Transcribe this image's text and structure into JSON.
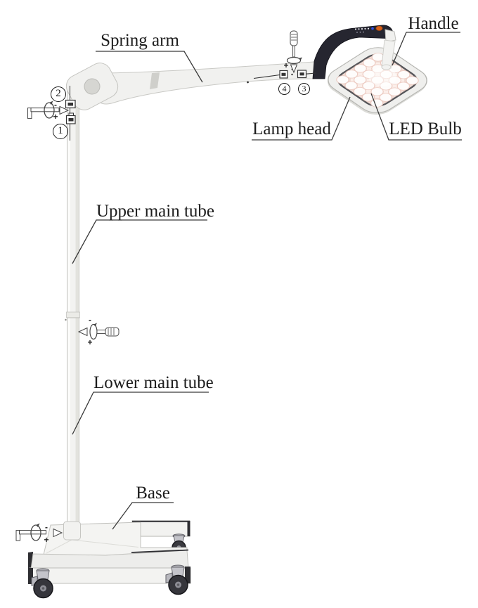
{
  "labels": {
    "spring_arm": "Spring arm",
    "handle": "Handle",
    "lamp_head": "Lamp head",
    "led_bulb": "LED Bulb",
    "upper_main_tube": "Upper main tube",
    "lower_main_tube": "Lower main tube",
    "base": "Base"
  },
  "callouts": {
    "screw1": "1",
    "screw2": "2",
    "screw3": "3",
    "screw4": "4"
  },
  "tools": {
    "joint_allen_key": {
      "minus": "-",
      "plus": "+"
    },
    "head_screwdriver": {
      "plus": "+"
    },
    "tube_screwdriver": {
      "minus": "-",
      "plus": "+"
    },
    "base_allen_key": {
      "minus": "-",
      "plus": "+"
    }
  },
  "colors": {
    "yoke_dark": "#262630",
    "power_button_orange": "#d96018",
    "indicator_blue": "#3050e8",
    "led_glow_pink": "#f6e3dc",
    "body_white": "#f1f1ef",
    "line_black": "#3a3a3a"
  }
}
